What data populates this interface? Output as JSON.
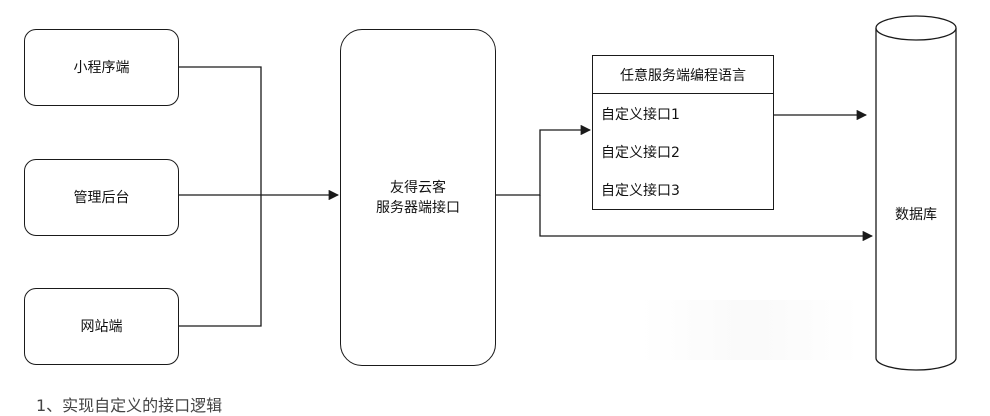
{
  "clients": [
    {
      "label": "小程序端"
    },
    {
      "label": "管理后台"
    },
    {
      "label": "网站端"
    }
  ],
  "server": {
    "line1": "友得云客",
    "line2": "服务器端接口"
  },
  "custom_service": {
    "title": "任意服务端编程语言",
    "items": [
      "自定义接口1",
      "自定义接口2",
      "自定义接口3"
    ]
  },
  "database": {
    "label": "数据库"
  },
  "footer": {
    "text": "1、实现自定义的接口逻辑"
  },
  "colors": {
    "stroke": "#1a1a1a",
    "background": "#ffffff",
    "text": "#111111"
  }
}
